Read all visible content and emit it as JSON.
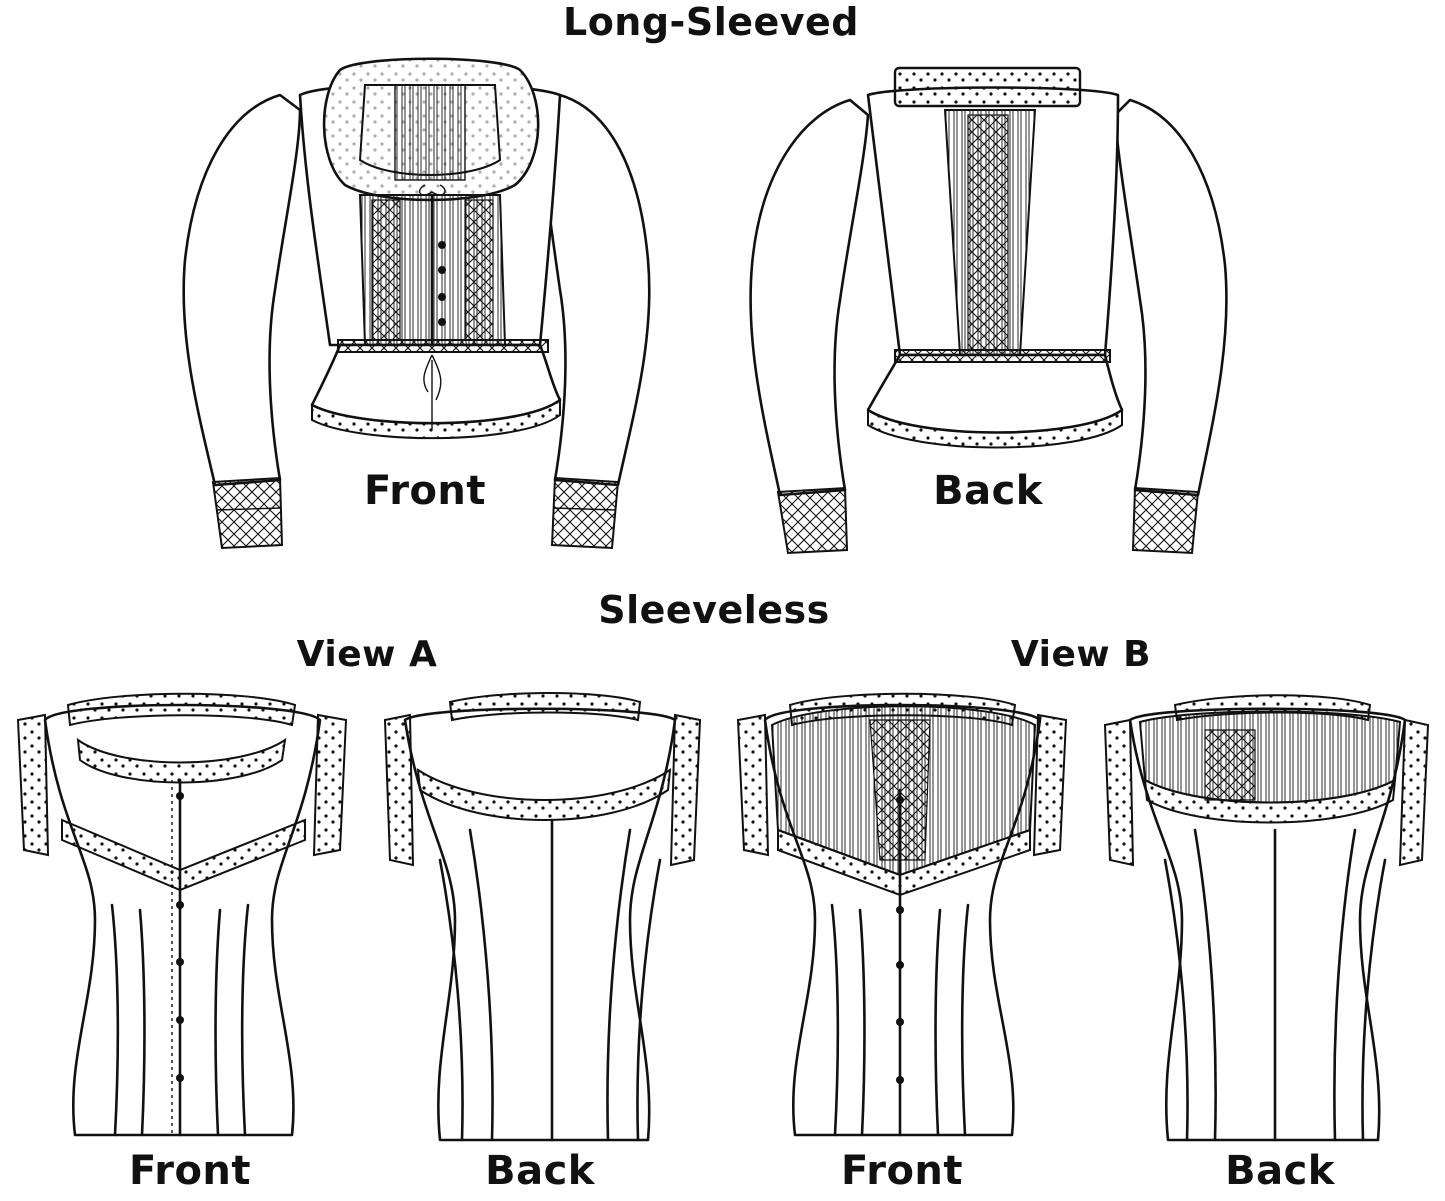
{
  "headings": {
    "long_sleeved": "Long-Sleeved",
    "sleeveless": "Sleeveless",
    "view_a": "View A",
    "view_b": "View B"
  },
  "captions": {
    "long_front": "Front",
    "long_back": "Back",
    "a_front": "Front",
    "a_back": "Back",
    "b_front": "Front",
    "b_back": "Back"
  },
  "colors": {
    "ink": "#111111",
    "paper": "#ffffff"
  }
}
